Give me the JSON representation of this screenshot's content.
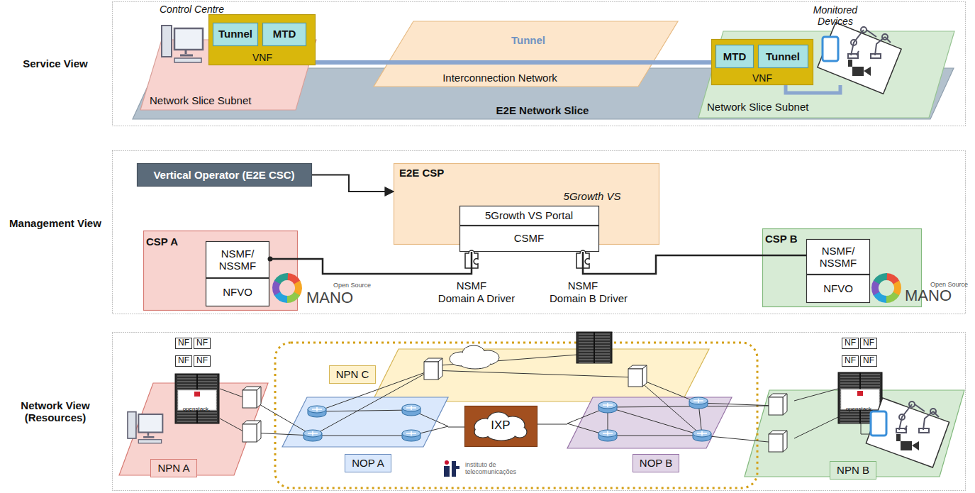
{
  "diagram": {
    "nodes": [
      {
        "text": [
          "Service View"
        ]
      },
      {
        "text": [
          "E2E Network Slice"
        ],
        "in": 0
      },
      {
        "text": [
          "Network Slice Subnet"
        ],
        "in": 1
      },
      {
        "text": [
          "VNF"
        ],
        "in": 2
      },
      {
        "text": [
          "Tunnel"
        ],
        "in": 3
      },
      {
        "text": [
          "MTD"
        ],
        "in": 3
      },
      {
        "text": [
          "Tunnel",
          "Interconnection Network"
        ],
        "in": 1
      },
      {
        "text": [
          "Network Slice Subnet"
        ],
        "in": 1
      },
      {
        "text": [
          "VNF"
        ],
        "in": 7
      },
      {
        "text": [
          "MTD"
        ],
        "in": 8
      },
      {
        "text": [
          "Tunnel"
        ],
        "in": 8
      },
      {
        "text": [
          "Management View"
        ]
      },
      {
        "text": [
          "Vertical Operator (E2E CSC)"
        ],
        "in": 11
      },
      {
        "text": [
          "E2E CSP",
          "5Growth VS"
        ],
        "in": 11
      },
      {
        "text": [
          "5Growth VS Portal"
        ],
        "in": 13
      },
      {
        "text": [
          "CSMF"
        ],
        "in": 13
      },
      {
        "text": [
          "CSP A"
        ],
        "in": 11
      },
      {
        "text": [
          "NSMF/ NSSMF"
        ],
        "in": 16
      },
      {
        "text": [
          "NFVO"
        ],
        "in": 16
      },
      {
        "text": [
          "CSP B"
        ],
        "in": 11
      },
      {
        "text": [
          "NSMF/ NSSMF"
        ],
        "in": 19
      },
      {
        "text": [
          "NFVO"
        ],
        "in": 19
      },
      {
        "text": [
          "Network View (Resources)"
        ]
      },
      {
        "text": [
          "NPN A"
        ],
        "in": 22
      },
      {
        "text": [
          "NPN C"
        ],
        "in": 22
      },
      {
        "text": [
          "NOP A"
        ],
        "in": 22
      },
      {
        "text": [
          "IXP"
        ],
        "in": 22
      },
      {
        "text": [
          "NOP B"
        ],
        "in": 22
      },
      {
        "text": [
          "NPN B"
        ],
        "in": 22
      }
    ],
    "edges": [
      {
        "from": 3,
        "to": 8,
        "arrow": "none"
      },
      {
        "from": 12,
        "to": 13,
        "arrow": "to"
      },
      {
        "from": 17,
        "to": 15,
        "arrow": "none"
      },
      {
        "from": 20,
        "to": 15,
        "arrow": "none"
      },
      {
        "from": 26,
        "to": 25,
        "arrow": "none"
      },
      {
        "from": 26,
        "to": 27,
        "arrow": "none"
      }
    ],
    "labels": [
      "Control Centre",
      "Monitored Devices",
      "Open Source",
      "MANO",
      "NSMF",
      "Domain A Driver",
      "NSMF",
      "Domain B Driver",
      "Open Source",
      "MANO",
      "NF",
      "NF",
      "NF",
      "NF",
      "openstack.",
      "instituto de telecomunicações",
      "NF",
      "NF",
      "NF",
      "NF",
      "openstack."
    ]
  }
}
